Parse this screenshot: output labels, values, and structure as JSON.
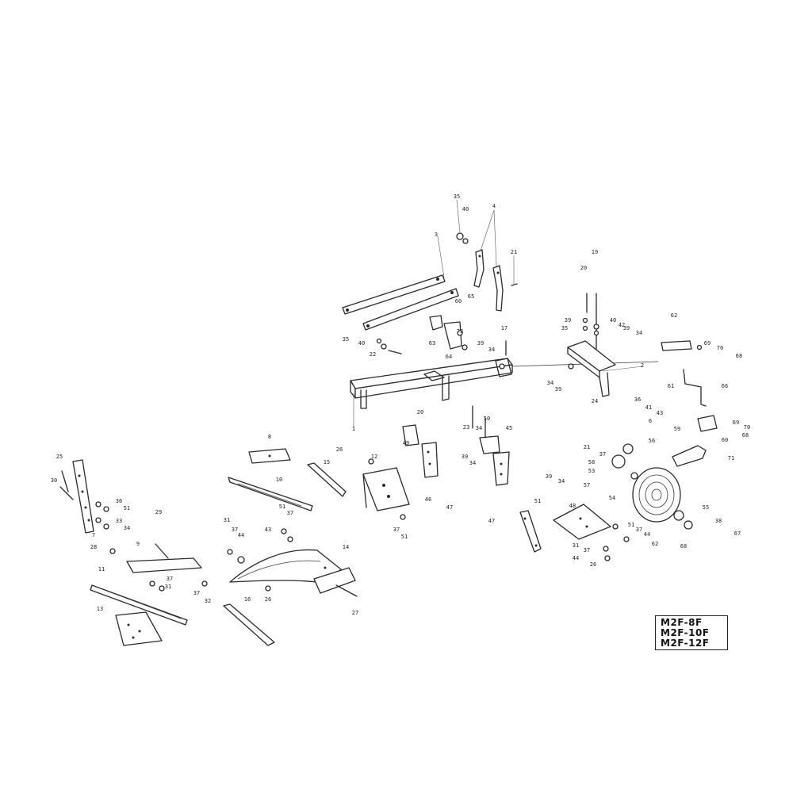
{
  "models": [
    "M2F-8F",
    "M2F-10F",
    "M2F-12F"
  ],
  "callouts": [
    {
      "id": "c35a",
      "text": "35"
    },
    {
      "id": "c40a",
      "text": "40"
    },
    {
      "id": "c4",
      "text": "4"
    },
    {
      "id": "c3",
      "text": "3"
    },
    {
      "id": "c21a",
      "text": "21"
    },
    {
      "id": "c19",
      "text": "19"
    },
    {
      "id": "c20",
      "text": "20"
    },
    {
      "id": "c60a",
      "text": "60"
    },
    {
      "id": "c65a",
      "text": "65"
    },
    {
      "id": "c73",
      "text": "73"
    },
    {
      "id": "c17",
      "text": "17"
    },
    {
      "id": "c35b",
      "text": "35"
    },
    {
      "id": "c40b",
      "text": "40"
    },
    {
      "id": "c22a",
      "text": "22"
    },
    {
      "id": "c63",
      "text": "63"
    },
    {
      "id": "c64",
      "text": "64"
    },
    {
      "id": "c39a",
      "text": "39"
    },
    {
      "id": "c34a",
      "text": "34"
    },
    {
      "id": "c39b",
      "text": "39"
    },
    {
      "id": "c40c",
      "text": "40"
    },
    {
      "id": "c35c",
      "text": "35"
    },
    {
      "id": "c42",
      "text": "42"
    },
    {
      "id": "c39c",
      "text": "39"
    },
    {
      "id": "c34b",
      "text": "34"
    },
    {
      "id": "c62a",
      "text": "62"
    },
    {
      "id": "c69a",
      "text": "69"
    },
    {
      "id": "c70a",
      "text": "70"
    },
    {
      "id": "c68a",
      "text": "68"
    },
    {
      "id": "c2",
      "text": "2"
    },
    {
      "id": "c34c",
      "text": "34"
    },
    {
      "id": "c39d",
      "text": "39"
    },
    {
      "id": "c24",
      "text": "24"
    },
    {
      "id": "c61",
      "text": "61"
    },
    {
      "id": "c66",
      "text": "66"
    },
    {
      "id": "c36",
      "text": "36"
    },
    {
      "id": "c41",
      "text": "41"
    },
    {
      "id": "c43",
      "text": "43"
    },
    {
      "id": "c6a",
      "text": "6"
    },
    {
      "id": "c1",
      "text": "1"
    },
    {
      "id": "c20b",
      "text": "20"
    },
    {
      "id": "c23",
      "text": "23"
    },
    {
      "id": "c50",
      "text": "50"
    },
    {
      "id": "c34d",
      "text": "34"
    },
    {
      "id": "c45",
      "text": "45"
    },
    {
      "id": "c69b",
      "text": "69"
    },
    {
      "id": "c70b",
      "text": "70"
    },
    {
      "id": "c68b",
      "text": "68"
    },
    {
      "id": "c59",
      "text": "59"
    },
    {
      "id": "c60b",
      "text": "60"
    },
    {
      "id": "c71",
      "text": "71"
    },
    {
      "id": "c21b",
      "text": "21"
    },
    {
      "id": "c56",
      "text": "56"
    },
    {
      "id": "c37a",
      "text": "37"
    },
    {
      "id": "c58",
      "text": "58"
    },
    {
      "id": "c53",
      "text": "53"
    },
    {
      "id": "c57",
      "text": "57"
    },
    {
      "id": "c54",
      "text": "54"
    },
    {
      "id": "c8",
      "text": "8"
    },
    {
      "id": "c26a",
      "text": "26"
    },
    {
      "id": "c15",
      "text": "15"
    },
    {
      "id": "c12",
      "text": "12"
    },
    {
      "id": "c49",
      "text": "49"
    },
    {
      "id": "c39e",
      "text": "39"
    },
    {
      "id": "c34e",
      "text": "34"
    },
    {
      "id": "c39f",
      "text": "39"
    },
    {
      "id": "c34f",
      "text": "34"
    },
    {
      "id": "c10",
      "text": "10"
    },
    {
      "id": "c46",
      "text": "46"
    },
    {
      "id": "c47a",
      "text": "47"
    },
    {
      "id": "c51a",
      "text": "51"
    },
    {
      "id": "c47b",
      "text": "47"
    },
    {
      "id": "c48",
      "text": "48"
    },
    {
      "id": "c55",
      "text": "55"
    },
    {
      "id": "c38",
      "text": "38"
    },
    {
      "id": "c67",
      "text": "67"
    },
    {
      "id": "c68c",
      "text": "68"
    },
    {
      "id": "c51b",
      "text": "51"
    },
    {
      "id": "c37b",
      "text": "37"
    },
    {
      "id": "c44a",
      "text": "44"
    },
    {
      "id": "c62b",
      "text": "62"
    },
    {
      "id": "c31a",
      "text": "31"
    },
    {
      "id": "c37c",
      "text": "37"
    },
    {
      "id": "c44b",
      "text": "44"
    },
    {
      "id": "c26b",
      "text": "26"
    },
    {
      "id": "c25",
      "text": "25"
    },
    {
      "id": "c30",
      "text": "30"
    },
    {
      "id": "c36b",
      "text": "36"
    },
    {
      "id": "c51c",
      "text": "51"
    },
    {
      "id": "c33",
      "text": "33"
    },
    {
      "id": "c34g",
      "text": "34"
    },
    {
      "id": "c7",
      "text": "7"
    },
    {
      "id": "c29",
      "text": "29"
    },
    {
      "id": "c28",
      "text": "28"
    },
    {
      "id": "c9",
      "text": "9"
    },
    {
      "id": "c37d",
      "text": "37"
    },
    {
      "id": "c31b",
      "text": "31"
    },
    {
      "id": "c37e",
      "text": "37"
    },
    {
      "id": "c32",
      "text": "32"
    },
    {
      "id": "c31c",
      "text": "31"
    },
    {
      "id": "c37f",
      "text": "37"
    },
    {
      "id": "c44c",
      "text": "44"
    },
    {
      "id": "c51d",
      "text": "51"
    },
    {
      "id": "c37g",
      "text": "37"
    },
    {
      "id": "c43b",
      "text": "43"
    },
    {
      "id": "c14",
      "text": "14"
    },
    {
      "id": "c11",
      "text": "11"
    },
    {
      "id": "c13",
      "text": "13"
    },
    {
      "id": "c16",
      "text": "16"
    },
    {
      "id": "c26c",
      "text": "26"
    },
    {
      "id": "c27",
      "text": "27"
    },
    {
      "id": "c37h",
      "text": "37"
    },
    {
      "id": "c51e",
      "text": "51"
    }
  ]
}
